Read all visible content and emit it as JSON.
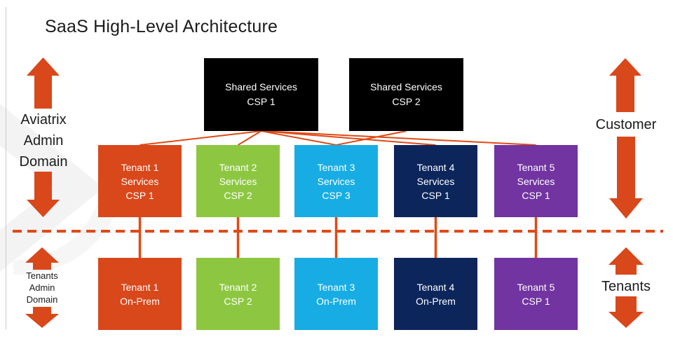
{
  "title": "SaaS High-Level Architecture",
  "colors": {
    "orange": "#D8481B",
    "green": "#8DC741",
    "blue": "#17ADE4",
    "navy": "#0C265C",
    "purple": "#7134A0",
    "black": "#000000",
    "line": "#E04A15",
    "arrow": "#D8481B"
  },
  "shared_services": [
    {
      "label": "Shared Services\nCSP 1",
      "color": "#000000"
    },
    {
      "label": "Shared Services\nCSP 2",
      "color": "#000000"
    }
  ],
  "tenants_services": [
    {
      "label": "Tenant 1\nServices\nCSP 1",
      "color": "#D8481B"
    },
    {
      "label": "Tenant 2\nServices\nCSP 2",
      "color": "#8DC741"
    },
    {
      "label": "Tenant 3\nServices\nCSP 3",
      "color": "#17ADE4"
    },
    {
      "label": "Tenant 4\nServices\nCSP 1",
      "color": "#0C265C"
    },
    {
      "label": "Tenant 5\nServices\nCSP 1",
      "color": "#7134A0"
    }
  ],
  "tenants_onprem": [
    {
      "label": "Tenant 1\nOn-Prem",
      "color": "#D8481B"
    },
    {
      "label": "Tenant 2\nCSP 2",
      "color": "#8DC741"
    },
    {
      "label": "Tenant 3\nOn-Prem",
      "color": "#17ADE4"
    },
    {
      "label": "Tenant 4\nOn-Prem",
      "color": "#0C265C"
    },
    {
      "label": "Tenant 5\nCSP 1",
      "color": "#7134A0"
    }
  ],
  "side_labels": {
    "left_top": "Aviatrix\nAdmin\nDomain",
    "left_bottom": "Tenants\nAdmin\nDomain",
    "right_top": "Customer",
    "right_bottom": "Tenants"
  },
  "connections": [
    {
      "from": "shared-1",
      "to": "services-1"
    },
    {
      "from": "shared-1",
      "to": "services-2"
    },
    {
      "from": "shared-1",
      "to": "services-3"
    },
    {
      "from": "shared-1",
      "to": "services-4"
    },
    {
      "from": "shared-1",
      "to": "services-5"
    },
    {
      "from": "shared-2",
      "to": "services-3"
    },
    {
      "from": "services-1",
      "to": "onprem-1",
      "thick": true
    },
    {
      "from": "services-2",
      "to": "onprem-2",
      "thick": true
    },
    {
      "from": "services-3",
      "to": "onprem-3",
      "thick": true
    },
    {
      "from": "services-4",
      "to": "onprem-4",
      "thick": true
    },
    {
      "from": "services-5",
      "to": "onprem-5",
      "thick": true
    }
  ]
}
